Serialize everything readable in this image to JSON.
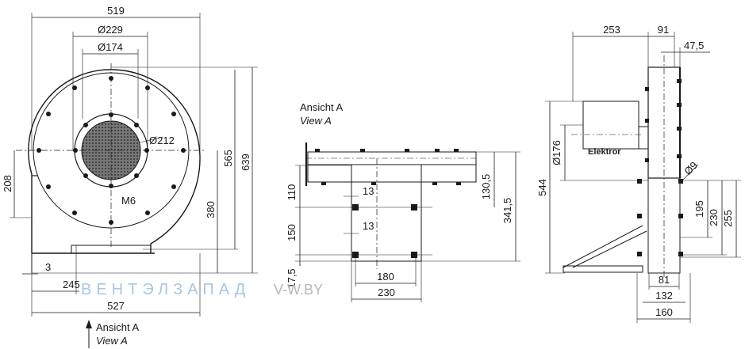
{
  "front_view": {
    "width_top": "519",
    "dia_229": "Ø229",
    "dia_174": "Ø174",
    "dia_212": "Ø212",
    "thread": "M6",
    "height_639": "639",
    "height_565": "565",
    "height_380": "380",
    "height_208": "208",
    "offset_3": "3",
    "dim_245": "245",
    "width_bottom": "527",
    "view_label": "Ansicht A",
    "view_label_en": "View A"
  },
  "flange_view": {
    "title": "Ansicht A",
    "title_en": "View A",
    "dim_110": "110",
    "dim_13a": "13",
    "dim_13b": "13",
    "dim_150": "150",
    "dim_17_5": "17,5",
    "dim_130_5": "130,5",
    "dim_341_5": "341,5",
    "dim_180": "180",
    "dim_230": "230"
  },
  "side_view": {
    "dim_253": "253",
    "dim_91": "91",
    "dim_47_5": "47,5",
    "dia_176": "Ø176",
    "motor_label": "Elektror",
    "dia_9": "Ø9",
    "dim_544": "544",
    "dim_195": "195",
    "dim_230": "230",
    "dim_255": "255",
    "dim_81": "81",
    "dim_132": "132",
    "dim_160": "160"
  },
  "watermark": {
    "brand": "ВЕНТЭЛЗАПАД",
    "site": "V-W.BY",
    "brand_color": "#a9c6e6"
  }
}
